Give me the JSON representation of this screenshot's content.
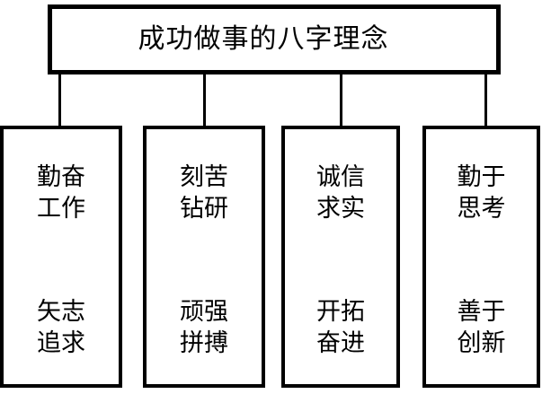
{
  "diagram": {
    "type": "hierarchy-tree",
    "background_color": "#ffffff",
    "line_color": "#000000",
    "text_color": "#000000",
    "root": {
      "title": "成功做事的八字理念"
    },
    "branches": [
      {
        "id": "branch-1",
        "top_phrase": "勤奋工作",
        "top_line_1": "勤奋",
        "top_line_2": "工作",
        "bottom_phrase": "矢志追求",
        "bottom_line_1": "矢志",
        "bottom_line_2": "追求"
      },
      {
        "id": "branch-2",
        "top_phrase": "刻苦钻研",
        "top_line_1": "刻苦",
        "top_line_2": "钻研",
        "bottom_phrase": "顽强拼搏",
        "bottom_line_1": "顽强",
        "bottom_line_2": "拼搏"
      },
      {
        "id": "branch-3",
        "top_phrase": "诚信求实",
        "top_line_1": "诚信",
        "top_line_2": "求实",
        "bottom_phrase": "开拓奋进",
        "bottom_line_1": "开拓",
        "bottom_line_2": "奋进"
      },
      {
        "id": "branch-4",
        "top_phrase": "勤于思考",
        "top_line_1": "勤于",
        "top_line_2": "思考",
        "bottom_phrase": "善于创新",
        "bottom_line_1": "善于",
        "bottom_line_2": "创新"
      }
    ]
  }
}
